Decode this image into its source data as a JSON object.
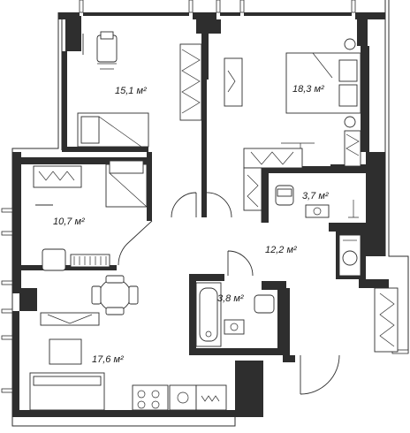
{
  "rooms": [
    {
      "id": "bedroom-left",
      "area": "15,1 м²"
    },
    {
      "id": "bedroom-right",
      "area": "18,3 м²"
    },
    {
      "id": "bathroom-top",
      "area": "3,7 м²"
    },
    {
      "id": "child-room",
      "area": "10,7 м²"
    },
    {
      "id": "hallway",
      "area": "12,2 м²"
    },
    {
      "id": "bathroom-bottom",
      "area": "3,8 м²"
    },
    {
      "id": "kitchen-living",
      "area": "17,6 м²"
    }
  ],
  "colors": {
    "wall": "#2e2e2e",
    "background": "#ffffff"
  }
}
